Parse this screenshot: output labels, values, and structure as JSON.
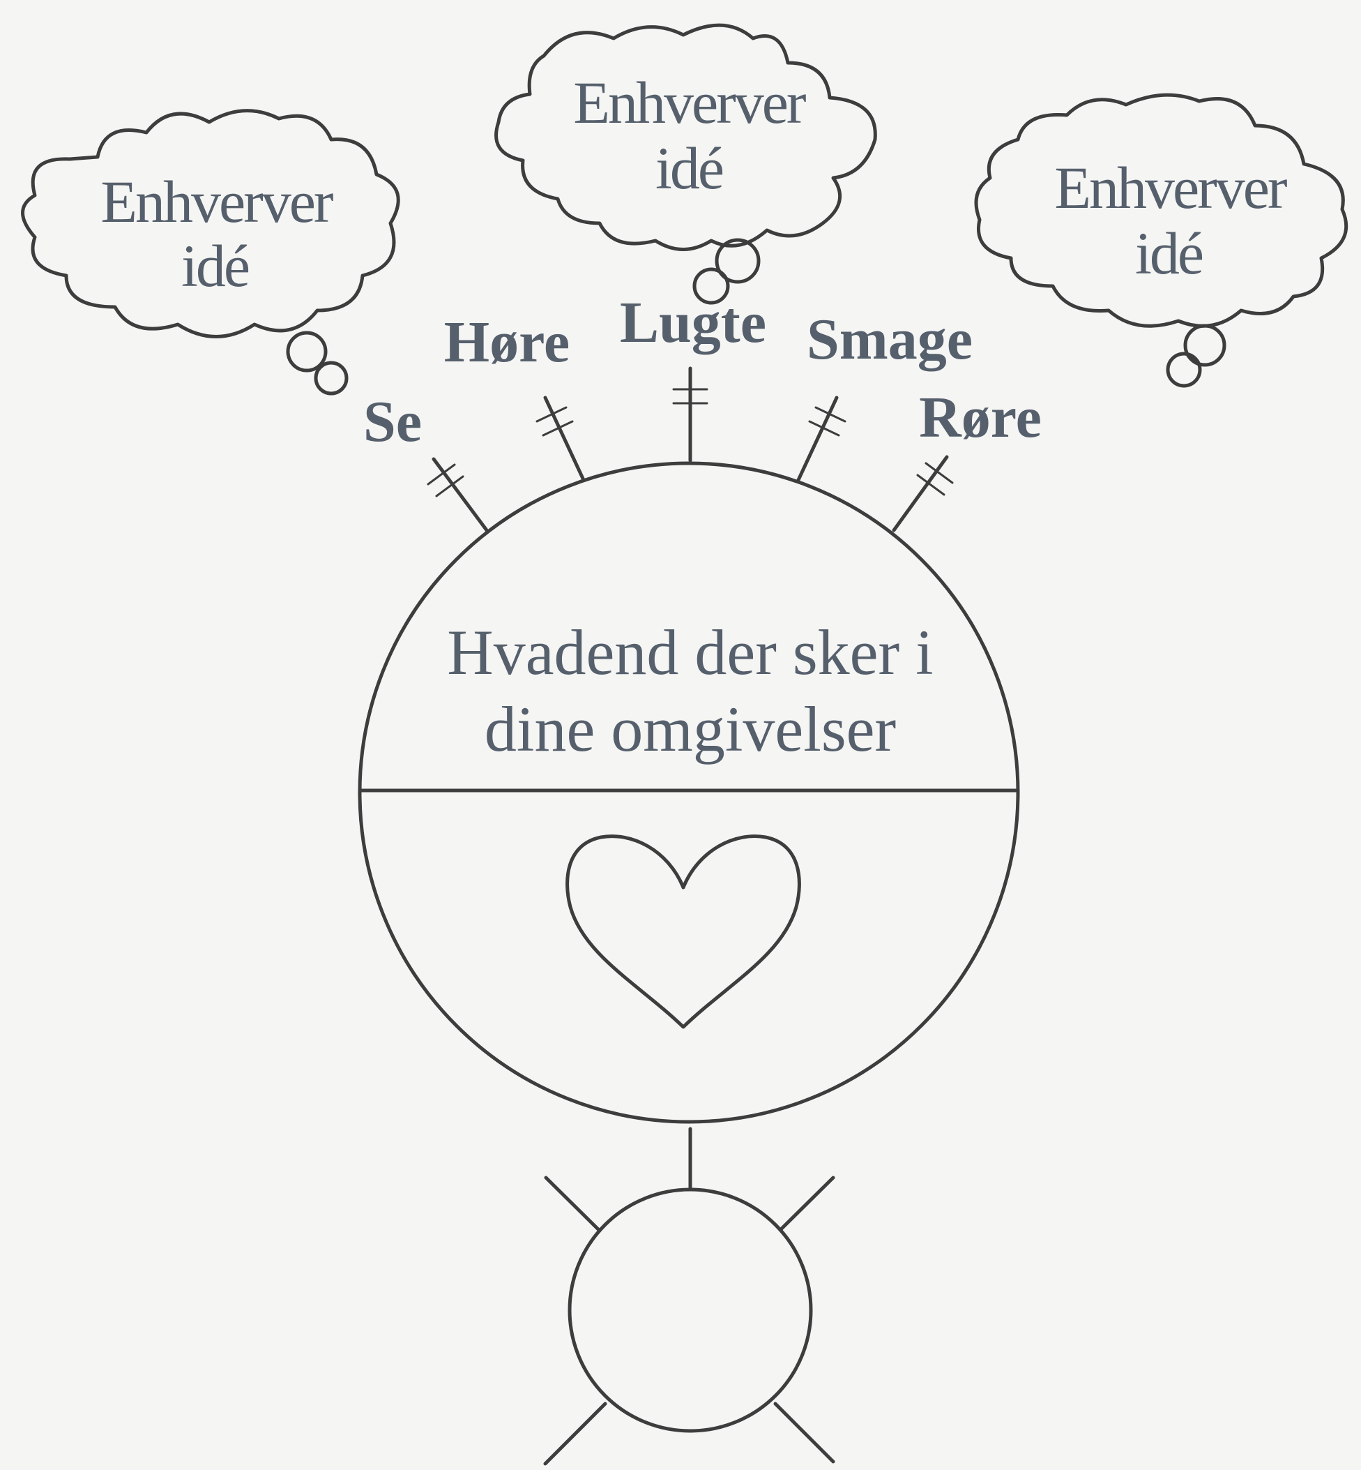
{
  "clouds": [
    {
      "line1": "Enhverver",
      "line2": "idé"
    },
    {
      "line1": "Enhverver",
      "line2": "idé"
    },
    {
      "line1": "Enhverver",
      "line2": "idé"
    }
  ],
  "senses": [
    "Se",
    "Høre",
    "Lugte",
    "Smage",
    "Røre"
  ],
  "center": {
    "line1": "Hvadend der sker i",
    "line2": "dine omgivelser"
  },
  "colors": {
    "background": "#f5f5f4",
    "line": "#3d3d3d",
    "text": "#56606c"
  }
}
